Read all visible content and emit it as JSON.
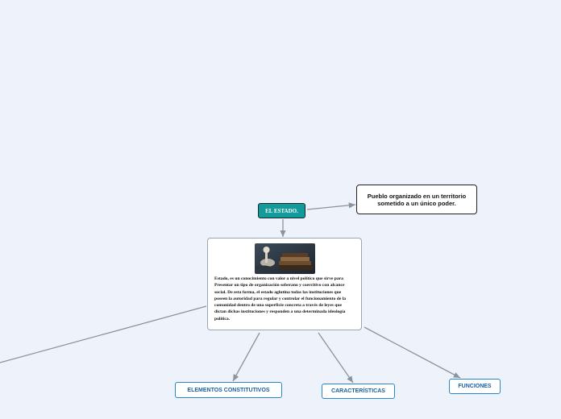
{
  "map": {
    "root_label": "EL ESTADO.",
    "definition": "Pueblo organizado en un territorio sometido a un único poder.",
    "card_text": "Estado, es un conocimiento con valor a nivel político que sirve para Presentar un tipo de organización soberano y coercitivo con alcance social. De esta forma, el estado aglutina todas las instituciones que poseen la autoridad para regular y controlar el funcionamiento de la comunidad dentro de una superficie concreta a través de leyes que dictan dichas instituciones y responden a una determinada ideología política.",
    "branches": [
      {
        "label": "ELEMENTOS CONSTITUTIVOS"
      },
      {
        "label": "CARACTERÍSTICAS"
      },
      {
        "label": "FUNCIONES"
      }
    ]
  },
  "colors": {
    "root_fill": "#139a9a",
    "branch_border": "#2a86c9",
    "branch_text": "#1a5e9a",
    "connector": "#8a949e",
    "background": "#eef3fb"
  }
}
